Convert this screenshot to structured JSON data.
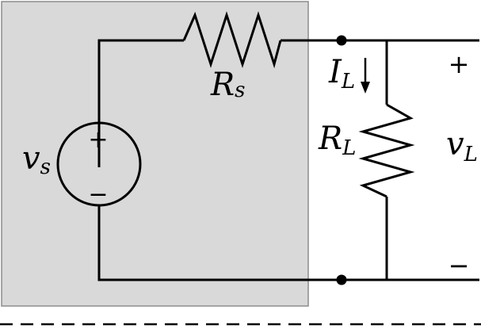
{
  "colors": {
    "source_box_fill": "#d9d9d9",
    "source_box_stroke": "#8c8c8c",
    "wire": "#000000",
    "background": "#ffffff"
  },
  "labels": {
    "source_voltage": {
      "main": "v",
      "sub": "s"
    },
    "source_resistor": {
      "main": "R",
      "sub": "s"
    },
    "load_current": {
      "main": "I",
      "sub": "L"
    },
    "load_resistor": {
      "main": "R",
      "sub": "L"
    },
    "load_voltage": {
      "main": "v",
      "sub": "L"
    }
  },
  "signs": {
    "source_plus": "+",
    "source_minus": "−",
    "output_plus": "+",
    "output_minus": "−"
  }
}
